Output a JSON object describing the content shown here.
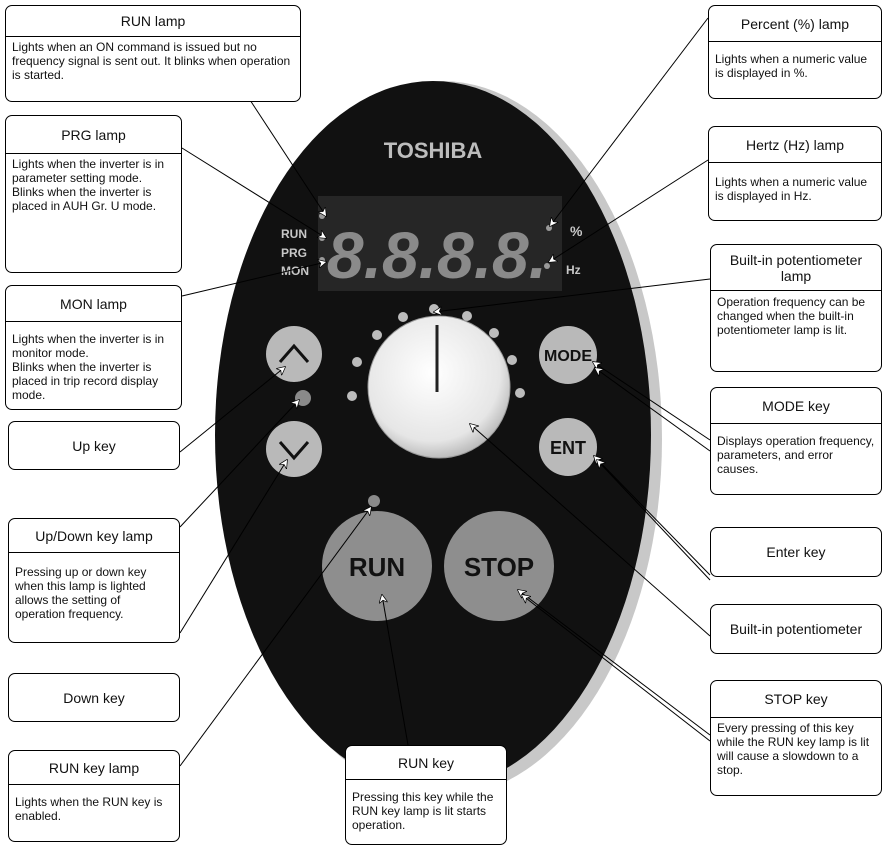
{
  "panel": {
    "brand": "TOSHIBA",
    "lamp_labels": {
      "run": "RUN",
      "prg": "PRG",
      "mon": "MON",
      "percent": "%",
      "hz": "Hz"
    },
    "display_digits": "8.8.8.8.",
    "keys": {
      "mode": "MODE",
      "ent": "ENT",
      "run": "RUN",
      "stop": "STOP"
    },
    "colors": {
      "body": "#111111",
      "key": "#b9b9b9",
      "display": "#262626",
      "segment": "#8a8a8a"
    }
  },
  "callouts": {
    "run_lamp": {
      "title": "RUN lamp",
      "text": "Lights when an ON command is issued but no frequency signal is sent out. It blinks when operation is started."
    },
    "prg_lamp": {
      "title": "PRG lamp",
      "text": "Lights when the inverter is in parameter setting mode.\nBlinks when the inverter is placed in AUH Gr. U mode."
    },
    "mon_lamp": {
      "title": "MON lamp",
      "text": "Lights when the inverter is in monitor mode.\nBlinks when the inverter is placed in trip record display mode."
    },
    "up_key": {
      "title": "Up key"
    },
    "updown_lamp": {
      "title": "Up/Down key lamp",
      "text": "Pressing up or down key when this lamp is lighted allows the setting of operation frequency."
    },
    "down_key": {
      "title": "Down key"
    },
    "run_key_lamp": {
      "title": "RUN key lamp",
      "text": "Lights when the RUN key is enabled."
    },
    "run_key": {
      "title": "RUN key",
      "text": "Pressing this key while the RUN key lamp is lit starts operation."
    },
    "percent_lamp": {
      "title": "Percent (%) lamp",
      "text": "Lights when a numeric value is displayed in %."
    },
    "hz_lamp": {
      "title": "Hertz (Hz) lamp",
      "text": "Lights when a numeric value is displayed in Hz."
    },
    "pot_lamp": {
      "title": "Built-in potentiometer lamp",
      "text": "Operation frequency can be changed when the built-in potentiometer lamp is lit."
    },
    "mode_key": {
      "title": "MODE key",
      "text": "Displays operation frequency, parameters, and error causes."
    },
    "enter_key": {
      "title": "Enter key"
    },
    "pot": {
      "title": "Built-in potentiometer"
    },
    "stop_key": {
      "title": "STOP key",
      "text": "Every pressing of this key while the RUN key lamp is lit will cause a slowdown to a stop."
    }
  }
}
